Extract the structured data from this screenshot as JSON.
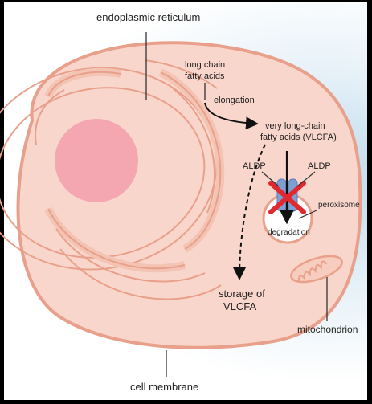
{
  "labels": {
    "endoplasmic_reticulum": "endoplasmic reticulum",
    "long_chain_line1": "long chain",
    "long_chain_line2": "fatty acids",
    "elongation": "elongation",
    "vlcfa_line1": "very long-chain",
    "vlcfa_line2": "fatty acids (VLCFA)",
    "aldp_left": "ALDP",
    "aldp_right": "ALDP",
    "peroxisome": "peroxisome",
    "degradation": "degradation",
    "storage_line1": "storage of",
    "storage_line2": "VLCFA",
    "mitochondrion": "mitochondrion",
    "cell_membrane": "cell membrane"
  },
  "colors": {
    "cytoplasm": "#f9d6cb",
    "membrane": "#e8a08b",
    "nucleus": "#f4a7b0",
    "er_fill": "#f7cdbf",
    "transporter": "#7f9fd0",
    "block_cross": "#e0282e",
    "background_glow": "#bcd9ec"
  }
}
